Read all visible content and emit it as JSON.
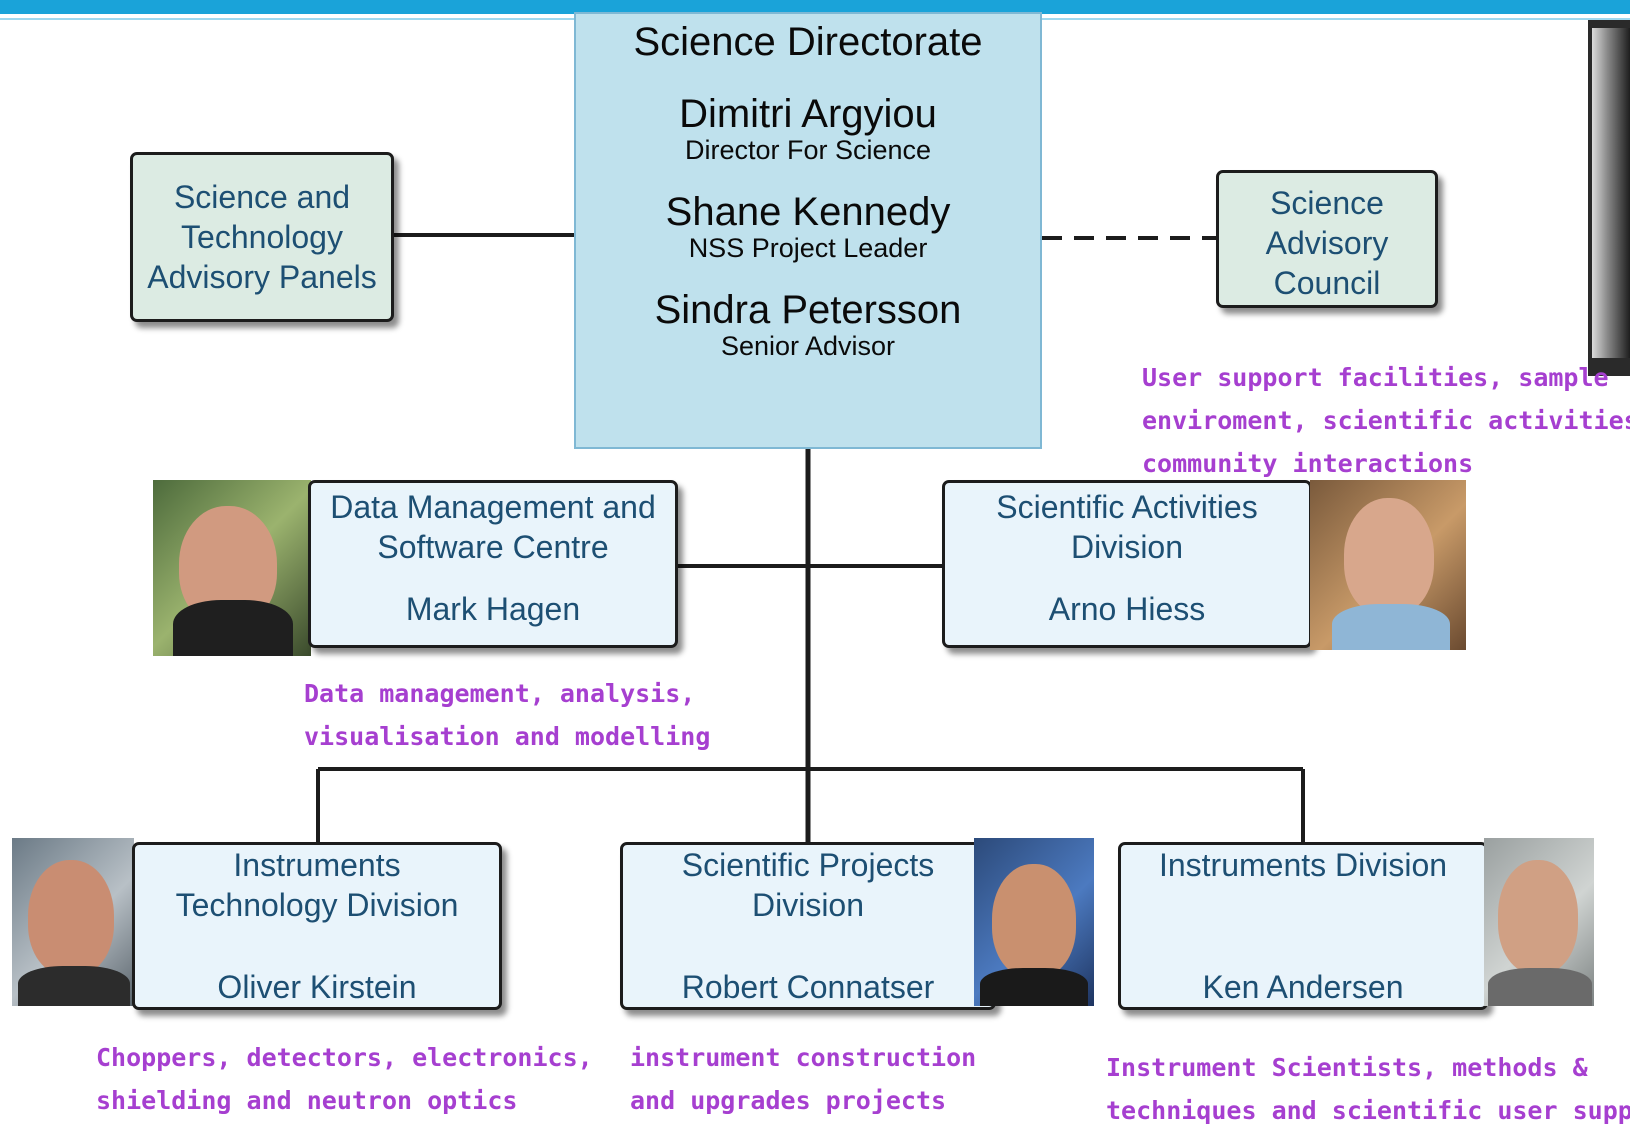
{
  "directorate": {
    "title": "Science Directorate",
    "people": [
      {
        "name": "Dimitri Argyiou",
        "role": "Director For Science"
      },
      {
        "name": "Shane Kennedy",
        "role": "NSS Project Leader"
      },
      {
        "name": "Sindra Petersson",
        "role": "Senior Advisor"
      }
    ]
  },
  "advisory_panels": {
    "lines": [
      "Science and",
      "Technology",
      "Advisory Panels"
    ]
  },
  "advisory_council": {
    "lines": [
      "Science",
      "Advisory",
      "Council"
    ]
  },
  "divisions": {
    "data_management": {
      "lines": [
        "Data Management and",
        "Software Centre"
      ],
      "head": "Mark Hagen",
      "note": [
        "Data management,  analysis,",
        "visualisation and modelling"
      ]
    },
    "scientific_activities": {
      "lines": [
        "Scientific Activities",
        "Division"
      ],
      "head": "Arno Hiess",
      "note": [
        "User support facilities, sample",
        "enviroment, scientific activities and",
        "community interactions"
      ]
    },
    "instruments_technology": {
      "lines": [
        "Instruments",
        "Technology Division"
      ],
      "head": "Oliver Kirstein",
      "note": [
        "Choppers, detectors, electronics,",
        "shielding and neutron optics"
      ]
    },
    "scientific_projects": {
      "lines": [
        "Scientific Projects",
        "Division"
      ],
      "head": "Robert Connatser",
      "note": [
        "instrument construction",
        "and upgrades projects"
      ]
    },
    "instruments_division": {
      "lines": [
        "Instruments Division"
      ],
      "head": "Ken Andersen",
      "note": [
        "Instrument Scientists, methods &",
        "techniques and scientific user support"
      ]
    }
  },
  "colors": {
    "header_bar": "#1aa3d9",
    "directorate_fill": "#bfe1ed",
    "division_fill": "#e9f4fb",
    "advisory_fill": "#dcebe3",
    "box_text": "#1d4f73",
    "note_text": "#a63fd0"
  }
}
